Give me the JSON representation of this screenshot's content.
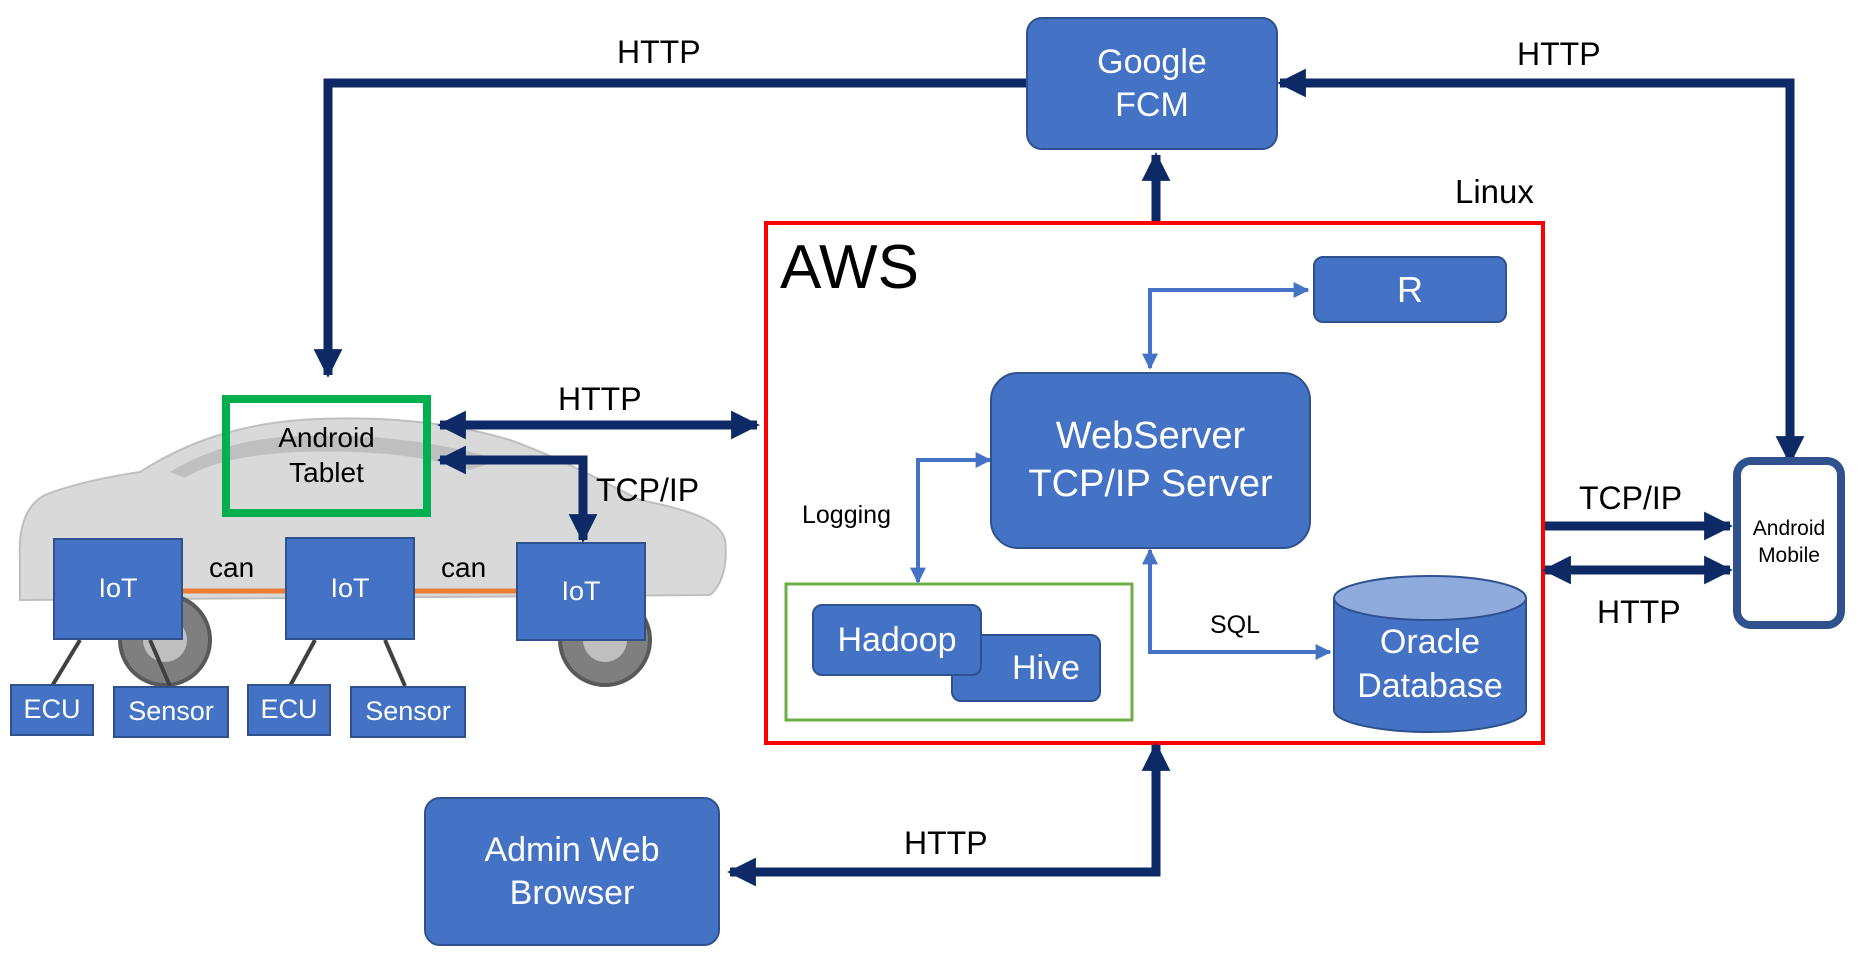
{
  "region_labels": {
    "linux": "Linux",
    "aws": "AWS"
  },
  "nodes": {
    "google_fcm": "Google\nFCM",
    "r": "R",
    "webserver": "WebServer\nTCP/IP Server",
    "hadoop": "Hadoop",
    "hive": "Hive",
    "oracle_db": "Oracle\nDatabase",
    "admin_browser": "Admin Web\nBrowser",
    "android_tablet": "Android\nTablet",
    "android_mobile": "Android\nMobile",
    "iot_1": "IoT",
    "iot_2": "IoT",
    "iot_3": "IoT",
    "ecu_1": "ECU",
    "sensor_1": "Sensor",
    "ecu_2": "ECU",
    "sensor_2": "Sensor"
  },
  "edge_labels": {
    "tablet_fcm_http": "HTTP",
    "mobile_fcm_http": "HTTP",
    "tablet_aws_http": "HTTP",
    "tablet_iot_tcpip": "TCP/IP",
    "aws_mobile_tcpip": "TCP/IP",
    "aws_mobile_http": "HTTP",
    "logging": "Logging",
    "sql": "SQL",
    "admin_http": "HTTP",
    "can_1": "can",
    "can_2": "can"
  },
  "colors": {
    "node_fill": "#4472c4",
    "node_border": "#2f528f",
    "dark_arrow": "#0d2a66",
    "light_arrow": "#4472c4",
    "aws_border": "#ff0000",
    "hadoop_group_border": "#70ad47",
    "tablet_border": "#00b050",
    "can_bus": "#ed7d31"
  }
}
